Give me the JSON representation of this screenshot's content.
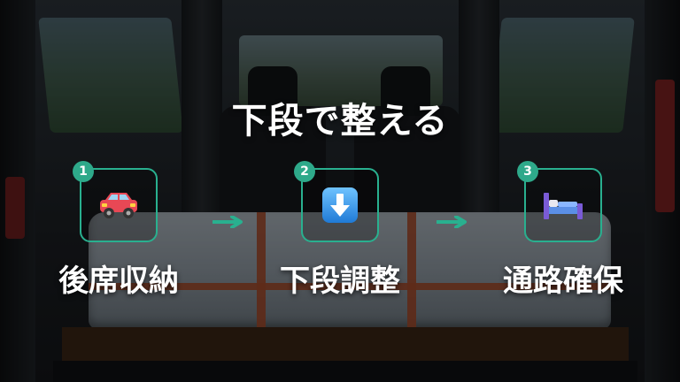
{
  "title": "下段で整える",
  "accent_color": "#29b08f",
  "steps": [
    {
      "number": "1",
      "icon": "car-icon",
      "label": "後席収納"
    },
    {
      "number": "2",
      "icon": "down-arrow-icon",
      "label": "下段調整"
    },
    {
      "number": "3",
      "icon": "bed-icon",
      "label": "通路確保"
    }
  ],
  "connector_icon": "right-arrow-icon"
}
